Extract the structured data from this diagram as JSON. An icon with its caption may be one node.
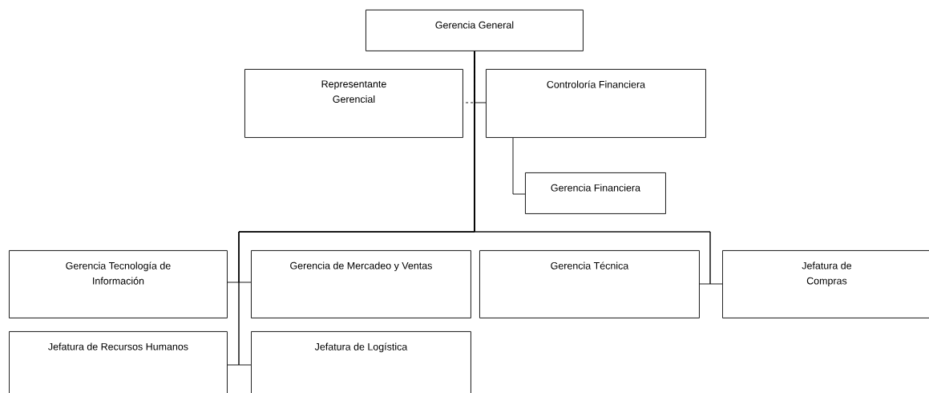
{
  "diagram": {
    "nodes": [
      {
        "text": [
          "Gerencia General"
        ]
      },
      {
        "text": [
          "Representante Gerencial"
        ]
      },
      {
        "text": [
          "Controloría Financiera"
        ]
      },
      {
        "text": [
          "Gerencia Financiera"
        ]
      },
      {
        "text": [
          "Gerencia Tecnología de Información"
        ]
      },
      {
        "text": [
          "Gerencia de Mercadeo y Ventas"
        ]
      },
      {
        "text": [
          "Gerencia Técnica"
        ]
      },
      {
        "text": [
          "Jefatura de Compras"
        ]
      },
      {
        "text": [
          "Jefatura de Recursos Humanos"
        ]
      },
      {
        "text": [
          "Jefatura de Logística"
        ]
      }
    ],
    "edges": [
      {
        "from": 0,
        "to": 1,
        "arrow": "none",
        "style": "dashed"
      },
      {
        "from": 0,
        "to": 2,
        "arrow": "none"
      },
      {
        "from": 2,
        "to": 3,
        "arrow": "none"
      },
      {
        "from": 0,
        "to": 4,
        "arrow": "none"
      },
      {
        "from": 0,
        "to": 5,
        "arrow": "none"
      },
      {
        "from": 0,
        "to": 6,
        "arrow": "none"
      },
      {
        "from": 0,
        "to": 7,
        "arrow": "none"
      },
      {
        "from": 0,
        "to": 8,
        "arrow": "none"
      },
      {
        "from": 0,
        "to": 9,
        "arrow": "none"
      }
    ]
  }
}
